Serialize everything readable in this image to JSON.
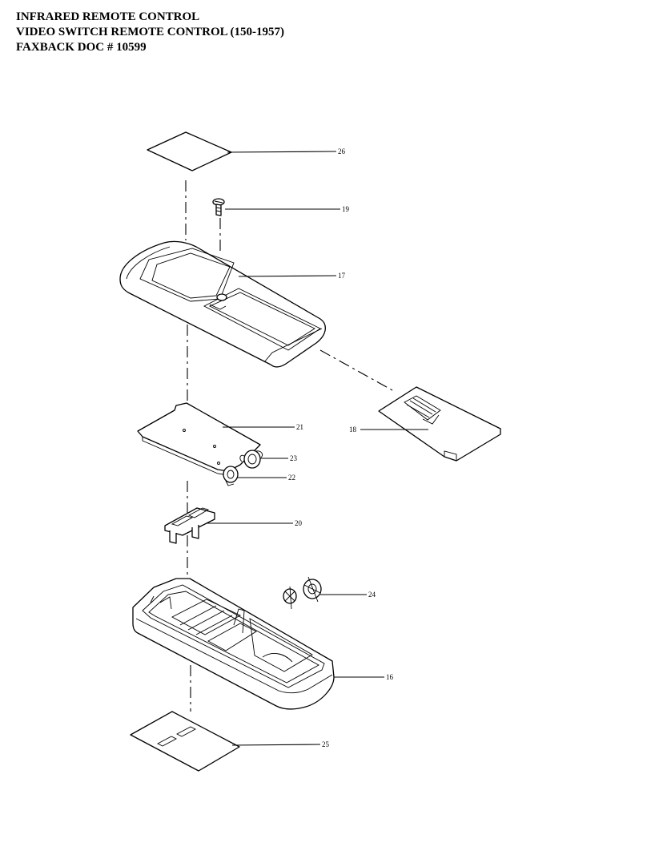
{
  "header": {
    "line1": "INFRARED REMOTE CONTROL",
    "line2": "VIDEO SWITCH  REMOTE CONTROL (150-1957)",
    "line3": "FAXBACK DOC # 10599"
  },
  "diagram": {
    "callouts": [
      {
        "id": "label-panel-top",
        "number": "26"
      },
      {
        "id": "screw",
        "number": "19"
      },
      {
        "id": "top-case",
        "number": "17"
      },
      {
        "id": "pc-board",
        "number": "21"
      },
      {
        "id": "battery-cover",
        "number": "18"
      },
      {
        "id": "led-assembly",
        "number": "23"
      },
      {
        "id": "led-lens",
        "number": "22"
      },
      {
        "id": "switch-bracket",
        "number": "20"
      },
      {
        "id": "battery-spring",
        "number": "24"
      },
      {
        "id": "bottom-case",
        "number": "16"
      },
      {
        "id": "label-panel-bottom",
        "number": "25"
      }
    ],
    "line_color": "#000000",
    "background_color": "#ffffff"
  }
}
